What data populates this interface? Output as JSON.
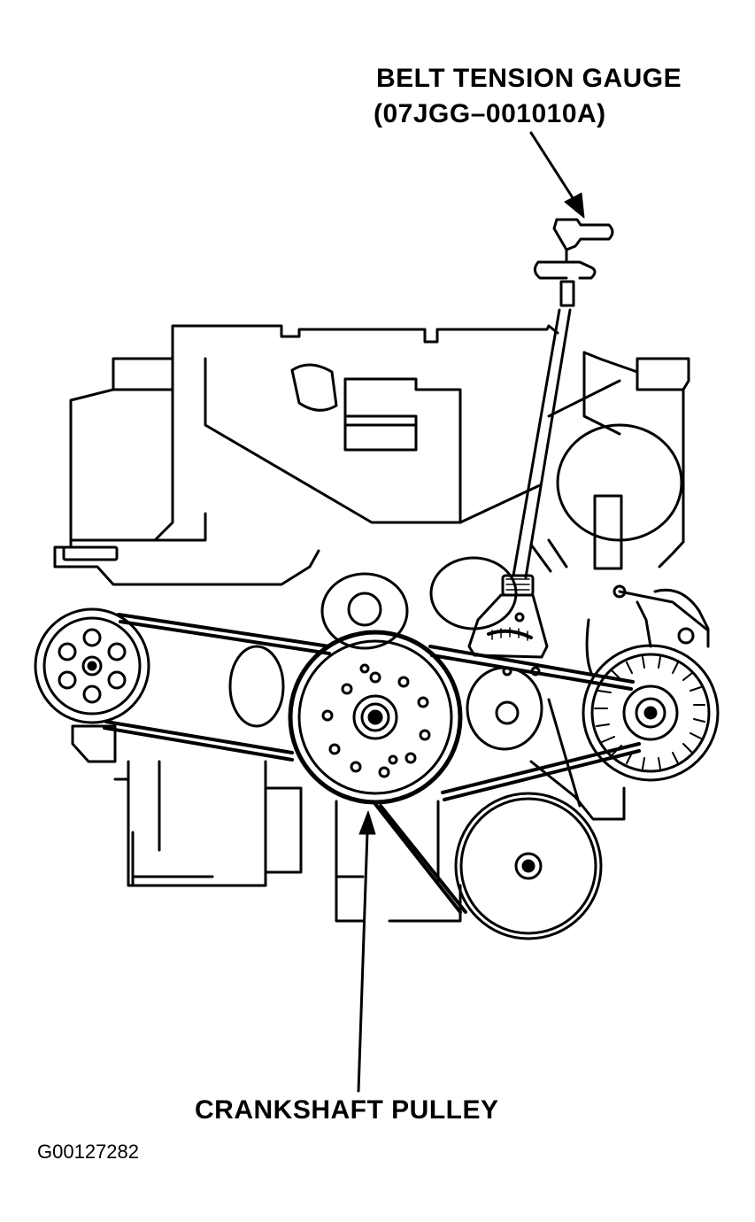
{
  "labels": {
    "belt_tension_gauge_line1": "BELT TENSION GAUGE",
    "belt_tension_gauge_line2": "(07JGG–001010A)",
    "crankshaft_pulley": "CRANKSHAFT PULLEY",
    "figure_code": "G00127282"
  },
  "colors": {
    "ink": "#000000",
    "paper": "#ffffff"
  }
}
